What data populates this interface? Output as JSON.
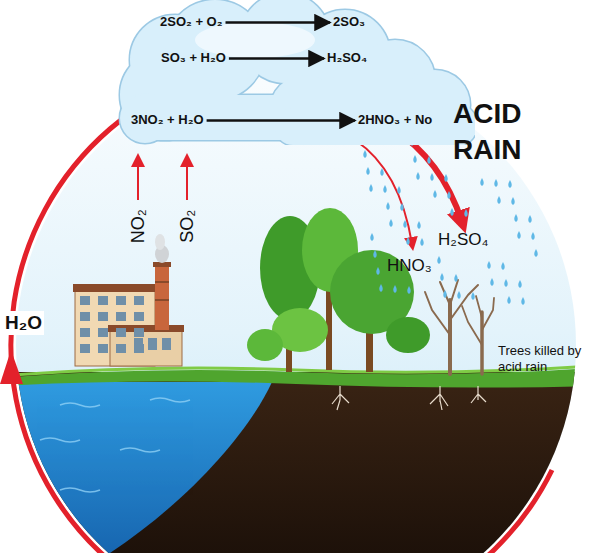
{
  "diagram": {
    "nodes": [
      {
        "text": [
          "2SO₂ + O₂",
          "2SO₃",
          "SO₃ + H₂O",
          "H₂SO₄",
          "3NO₂ + H₂O",
          "2HNO₃ + No"
        ]
      }
    ],
    "labels": [
      "ACID RAIN",
      "NO₂",
      "SO₂",
      "H₂SO₄",
      "HNO₃",
      "H₂O",
      "Trees killed by acid rain"
    ]
  }
}
